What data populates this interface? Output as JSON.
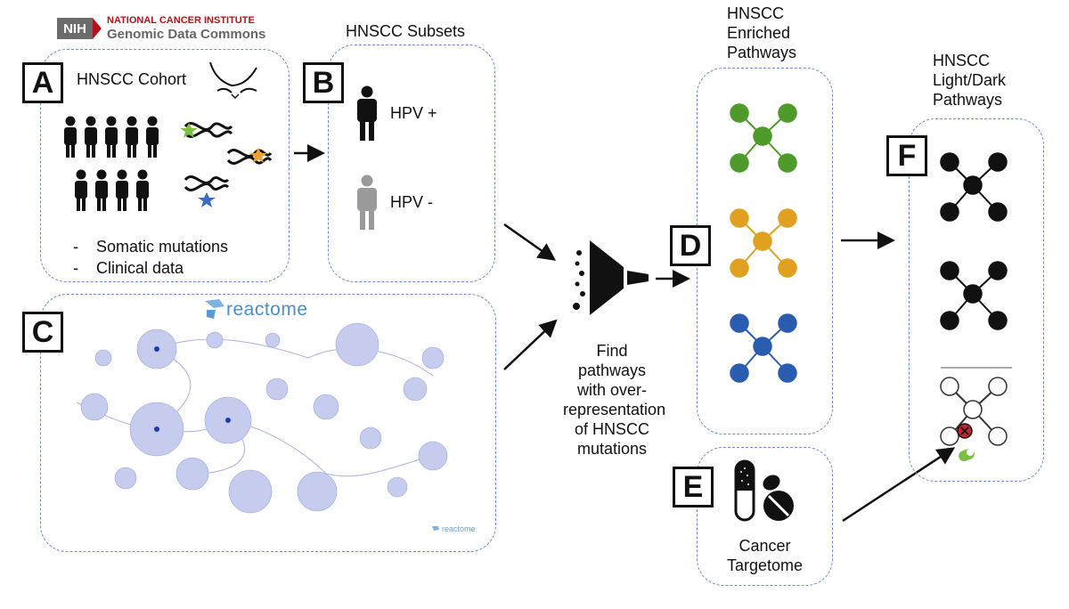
{
  "nih": {
    "badge": "NIH",
    "institute": "NATIONAL CANCER INSTITUTE",
    "commons": "Genomic Data Commons"
  },
  "panelA": {
    "letter": "A",
    "title": "HNSCC Cohort",
    "bullets": [
      "Somatic mutations",
      "Clinical data"
    ]
  },
  "panelB": {
    "heading": "HNSCC Subsets",
    "letter": "B",
    "hpv_pos": "HPV +",
    "hpv_neg": "HPV -"
  },
  "panelC": {
    "letter": "C",
    "logo": "reactome",
    "logo_small": "reactome"
  },
  "funnel": {
    "caption_lines": [
      "Find pathways",
      "with over-",
      "representation",
      "of HNSCC",
      "mutations"
    ]
  },
  "panelD": {
    "heading_lines": [
      "HNSCC",
      "Enriched",
      "Pathways"
    ],
    "letter": "D",
    "colors": [
      "#4e9a2a",
      "#e0a020",
      "#2a5db0"
    ]
  },
  "panelE": {
    "letter": "E",
    "label_lines": [
      "Cancer",
      "Targetome"
    ]
  },
  "panelF": {
    "heading_lines": [
      "HNSCC",
      "Light/Dark",
      "Pathways"
    ],
    "letter": "F"
  }
}
